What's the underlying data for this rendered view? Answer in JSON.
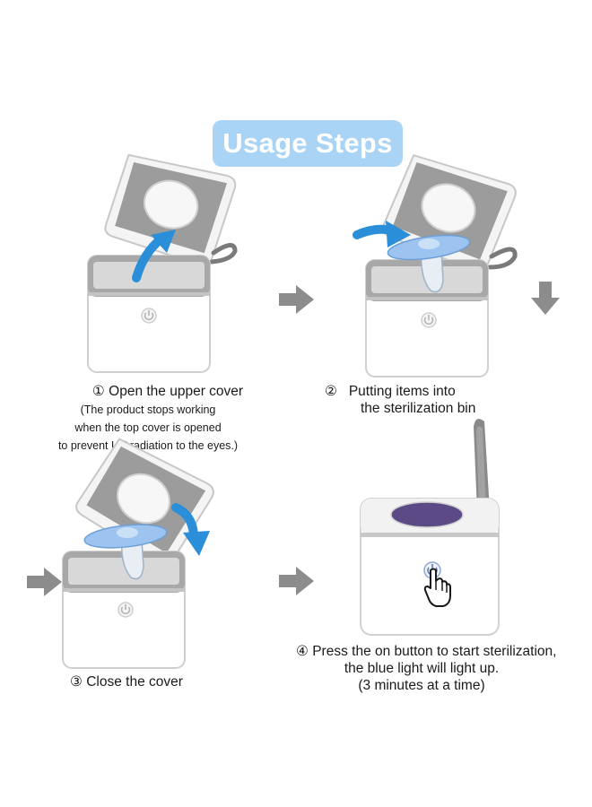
{
  "title": "Usage Steps",
  "steps": [
    {
      "number": "①",
      "text": "Open the upper cover",
      "note": [
        "(The product stops working",
        "when the top cover is opened",
        "to prevent UV radiation to the eyes.)"
      ]
    },
    {
      "number": "②",
      "text": [
        "Putting items into",
        "the sterilization bin"
      ]
    },
    {
      "number": "③",
      "text": "Close the cover"
    },
    {
      "number": "④",
      "text": [
        "Press the on button to start sterilization,",
        "the blue light will light up.",
        "(3 minutes at a time)"
      ]
    }
  ],
  "colors": {
    "title_bg": "#a9d4f5",
    "arrow_blue": "#2a8fd8",
    "arrow_gray": "#8c8c8c",
    "uv_purple": "#5b4a86"
  },
  "icons": [
    "power-icon",
    "hand-pointer-icon",
    "blue-arrow-icon",
    "gray-arrow-icon"
  ]
}
